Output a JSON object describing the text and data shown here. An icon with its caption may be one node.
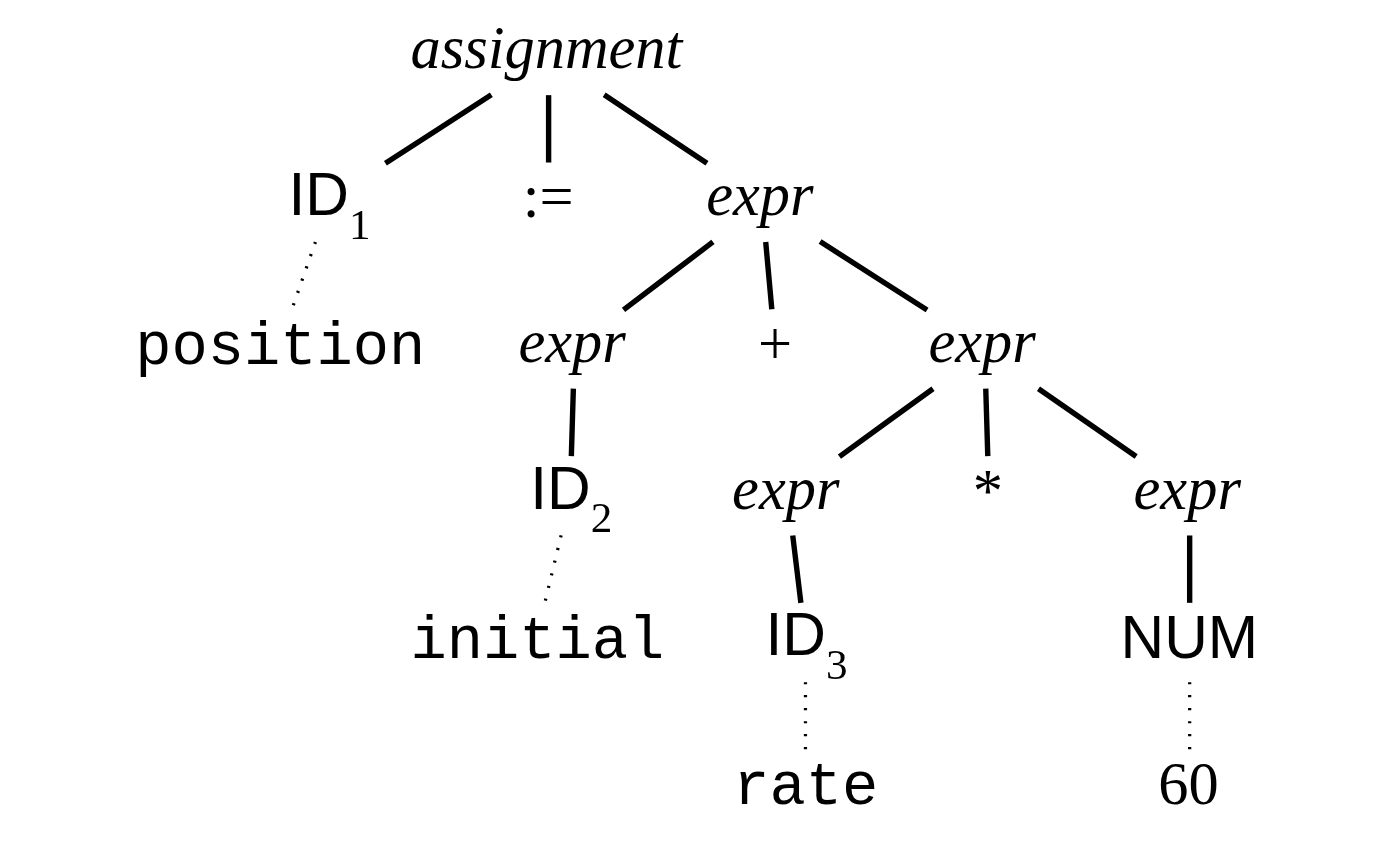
{
  "diagram": {
    "nodes": [
      {
        "text": [
          "assignment"
        ]
      },
      {
        "text": [
          "ID$_{1}$"
        ]
      },
      {
        "text": [
          ":="
        ]
      },
      {
        "text": [
          "expr"
        ]
      },
      {
        "text": [
          "position"
        ]
      },
      {
        "text": [
          "expr"
        ]
      },
      {
        "text": [
          "+"
        ]
      },
      {
        "text": [
          "expr"
        ]
      },
      {
        "text": [
          "ID$_{2}$"
        ]
      },
      {
        "text": [
          "expr"
        ]
      },
      {
        "text": [
          "*"
        ]
      },
      {
        "text": [
          "expr"
        ]
      },
      {
        "text": [
          "initial"
        ]
      },
      {
        "text": [
          "ID$_{3}$"
        ]
      },
      {
        "text": [
          "NUM"
        ]
      },
      {
        "text": [
          "rate"
        ]
      },
      {
        "text": [
          "60"
        ]
      }
    ],
    "edges": [
      {
        "from": 0,
        "to": 1,
        "arrow": "none"
      },
      {
        "from": 0,
        "to": 2,
        "arrow": "none"
      },
      {
        "from": 0,
        "to": 3,
        "arrow": "none"
      },
      {
        "from": 1,
        "to": 4,
        "arrow": "none",
        "style": "dashed"
      },
      {
        "from": 3,
        "to": 5,
        "arrow": "none"
      },
      {
        "from": 3,
        "to": 6,
        "arrow": "none"
      },
      {
        "from": 3,
        "to": 7,
        "arrow": "none"
      },
      {
        "from": 5,
        "to": 8,
        "arrow": "none"
      },
      {
        "from": 7,
        "to": 9,
        "arrow": "none"
      },
      {
        "from": 7,
        "to": 10,
        "arrow": "none"
      },
      {
        "from": 7,
        "to": 11,
        "arrow": "none"
      },
      {
        "from": 8,
        "to": 12,
        "arrow": "none",
        "style": "dashed"
      },
      {
        "from": 9,
        "to": 13,
        "arrow": "none"
      },
      {
        "from": 11,
        "to": 14,
        "arrow": "none"
      },
      {
        "from": 13,
        "to": 15,
        "arrow": "none",
        "style": "dashed"
      },
      {
        "from": 14,
        "to": 16,
        "arrow": "none",
        "style": "dashed"
      }
    ]
  }
}
